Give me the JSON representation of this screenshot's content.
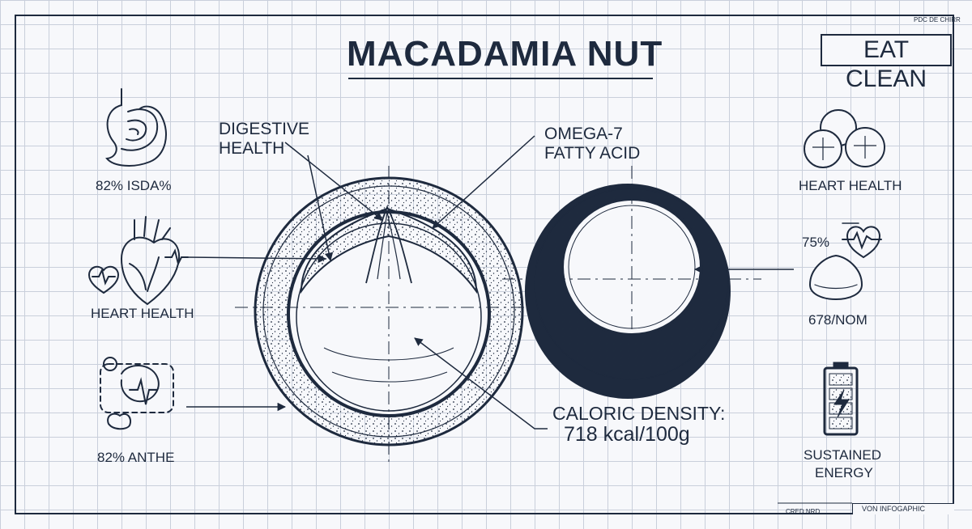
{
  "title": "MACADAMIA NUT",
  "badge": "EAT CLEAN",
  "corner_note": "PDC DE CHIRR",
  "left_panel": {
    "item1_label": "82% ISDA%",
    "item2_label": "HEART HEALTH",
    "item3_label": "82% ANTHE"
  },
  "right_panel": {
    "item1_label": "HEART HEALTH",
    "item2_percent": "75%",
    "item2_value": "678/NOM",
    "item3_label_line1": "SUSTAINED",
    "item3_label_line2": "ENERGY"
  },
  "callouts": {
    "digestive_line1": "DIGESTIVE",
    "digestive_line2": "HEALTH",
    "omega_line1": "OMEGA-7",
    "omega_line2": "FATTY ACID",
    "caloric_line1": "CALORIC DENSITY:",
    "caloric_line2": "718 kcal/100g"
  },
  "footer": {
    "small_code": "CRED NRD",
    "label": "VON INFOGAPHIC"
  },
  "icons": {
    "stomach": "stomach-icon",
    "heart": "anatomical-heart-icon",
    "digestion": "digestion-icon",
    "nuts": "macadamia-nuts-icon",
    "heartbeat": "heartbeat-icon",
    "battery": "battery-energy-icon"
  },
  "colors": {
    "ink": "#1e2a3e",
    "grid": "#c9cfdb",
    "paper": "#f7f8fb"
  }
}
